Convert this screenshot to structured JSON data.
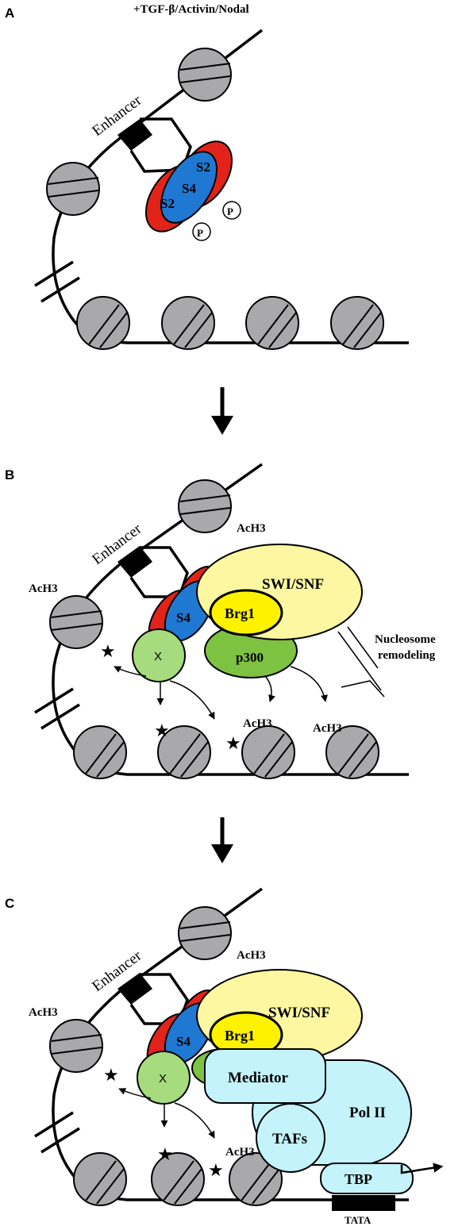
{
  "figure": {
    "treatment_label": "+TGF-β/Activin/Nodal",
    "panels": [
      {
        "letter": "A"
      },
      {
        "letter": "B"
      },
      {
        "letter": "C"
      }
    ]
  },
  "labels": {
    "enhancer": "Enhancer",
    "smad2": "S2",
    "smad4": "S4",
    "phospho": "P",
    "acetyl_h3": "AcH3",
    "swi_snf": "SWI/SNF",
    "brg1": "Brg1",
    "p300": "p300",
    "factor_x": "X",
    "nucleosome_remodeling_line1": "Nucleosome",
    "nucleosome_remodeling_line2": "remodeling",
    "mediator": "Mediator",
    "pol2": "Pol II",
    "tafs": "TAFs",
    "tbp": "TBP",
    "tata": "TATA"
  },
  "colors": {
    "nucleosome": "#a9a9ab",
    "smad2_red": "#e2231a",
    "smad4_blue": "#1f78d1",
    "swi_snf_yellow": "#fdf7a2",
    "brg1_yellow": "#fff200",
    "p300_green": "#7ec242",
    "x_green": "#a6db7e",
    "transcription_cyan": "#c4f3fb"
  }
}
